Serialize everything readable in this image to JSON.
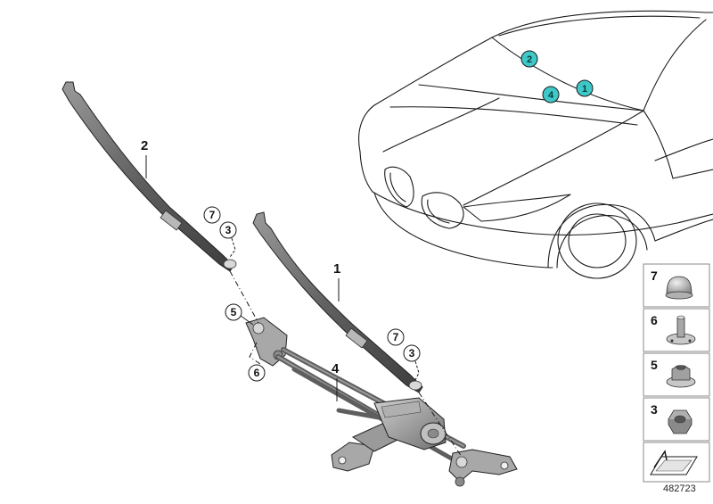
{
  "diagram": {
    "document_number": "482723",
    "colors": {
      "line": "#1a1a1a",
      "part_dark": "#5e5e5e",
      "part_mid": "#8a8a8a",
      "part_light": "#c4c4c4",
      "teal_marker": "#3ec8c8",
      "panel_border": "#8a8a8a"
    },
    "car_markers": [
      {
        "id": "2",
        "label": "2"
      },
      {
        "id": "1",
        "label": "1"
      },
      {
        "id": "4",
        "label": "4"
      }
    ],
    "callouts": {
      "arm_left": "2",
      "arm_right": "1",
      "linkage": "4",
      "left_cap": "7",
      "left_nut": "3",
      "right_cap": "7",
      "right_nut": "3",
      "pivot_nut": "5",
      "pivot_bolt": "6"
    },
    "legend_panel": [
      {
        "number": "7",
        "part_icon": "cap-icon"
      },
      {
        "number": "6",
        "part_icon": "stud-nut-icon"
      },
      {
        "number": "5",
        "part_icon": "flange-nut-icon"
      },
      {
        "number": "3",
        "part_icon": "hex-nut-icon"
      }
    ],
    "legend_footer_icon": "arrow-indicator-icon"
  }
}
